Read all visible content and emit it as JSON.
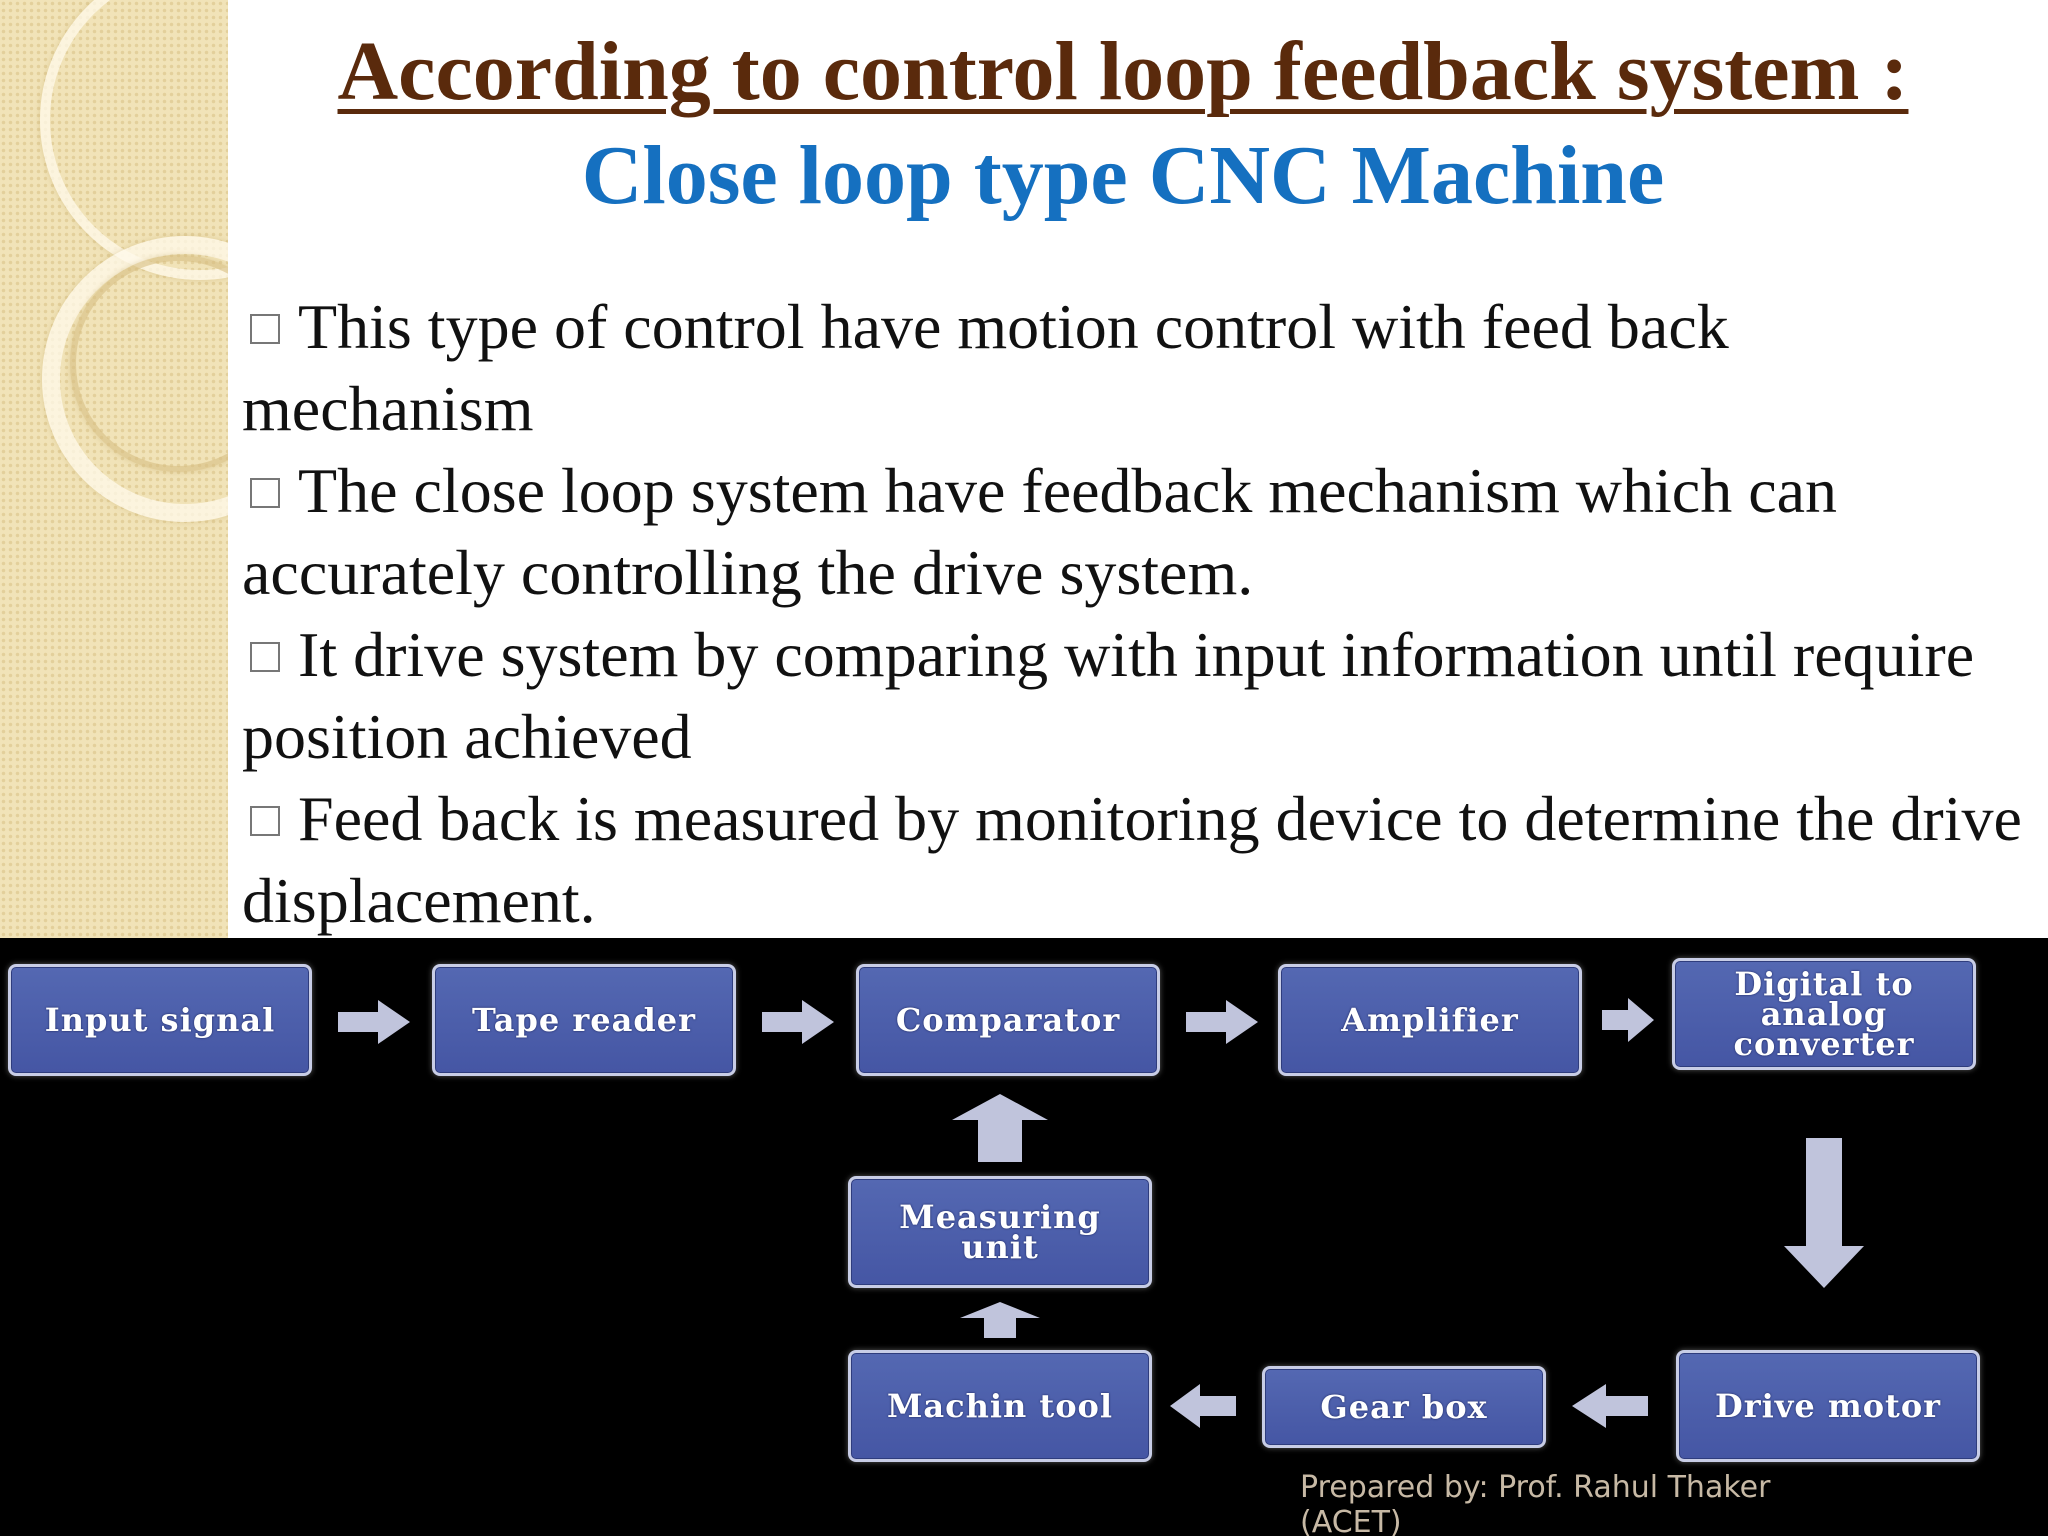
{
  "title": "According to control loop feedback system :",
  "subtitle": "Close loop type CNC Machine",
  "bullets": [
    {
      "icon": "empty-box-glyph",
      "text": "This type of control have motion control with feed back mechanism"
    },
    {
      "icon": "empty-box-glyph",
      "text": "The close loop system have feedback mechanism which can accurately controlling the drive system."
    },
    {
      "icon": "empty-box-glyph",
      "text": "It drive system by comparing with input information until require position achieved"
    },
    {
      "icon": "empty-box-glyph",
      "text": "Feed back is measured by monitoring device to determine the drive displacement."
    }
  ],
  "diagram": {
    "nodes": {
      "input_signal": "Input signal",
      "tape_reader": "Tape reader",
      "comparator": "Comparator",
      "amplifier": "Amplifier",
      "dac_line1": "Digital to",
      "dac_line2": "analog",
      "dac_line3": "converter",
      "measuring_line1": "Measuring",
      "measuring_line2": "unit",
      "machine_tool": "Machin tool",
      "gear_box": "Gear box",
      "drive_motor": "Drive motor"
    },
    "colors": {
      "node_fill": "#4d60ac",
      "node_border": "#c8cde6",
      "arrow": "#c0c4dc",
      "background": "#000000"
    }
  },
  "footer": "Prepared by: Prof. Rahul Thaker (ACET)"
}
